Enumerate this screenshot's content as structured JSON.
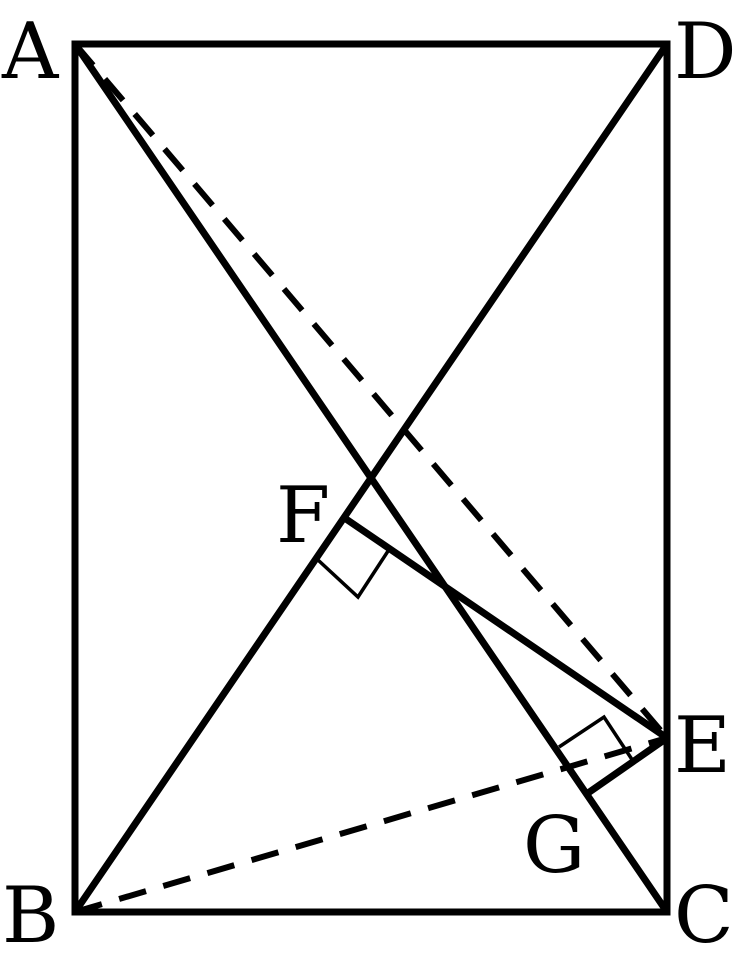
{
  "points": {
    "A": "A",
    "B": "B",
    "C": "C",
    "D": "D",
    "E": "E",
    "F": "F",
    "G": "G"
  },
  "colors": {
    "stroke": "#000000",
    "background": "#ffffff"
  }
}
